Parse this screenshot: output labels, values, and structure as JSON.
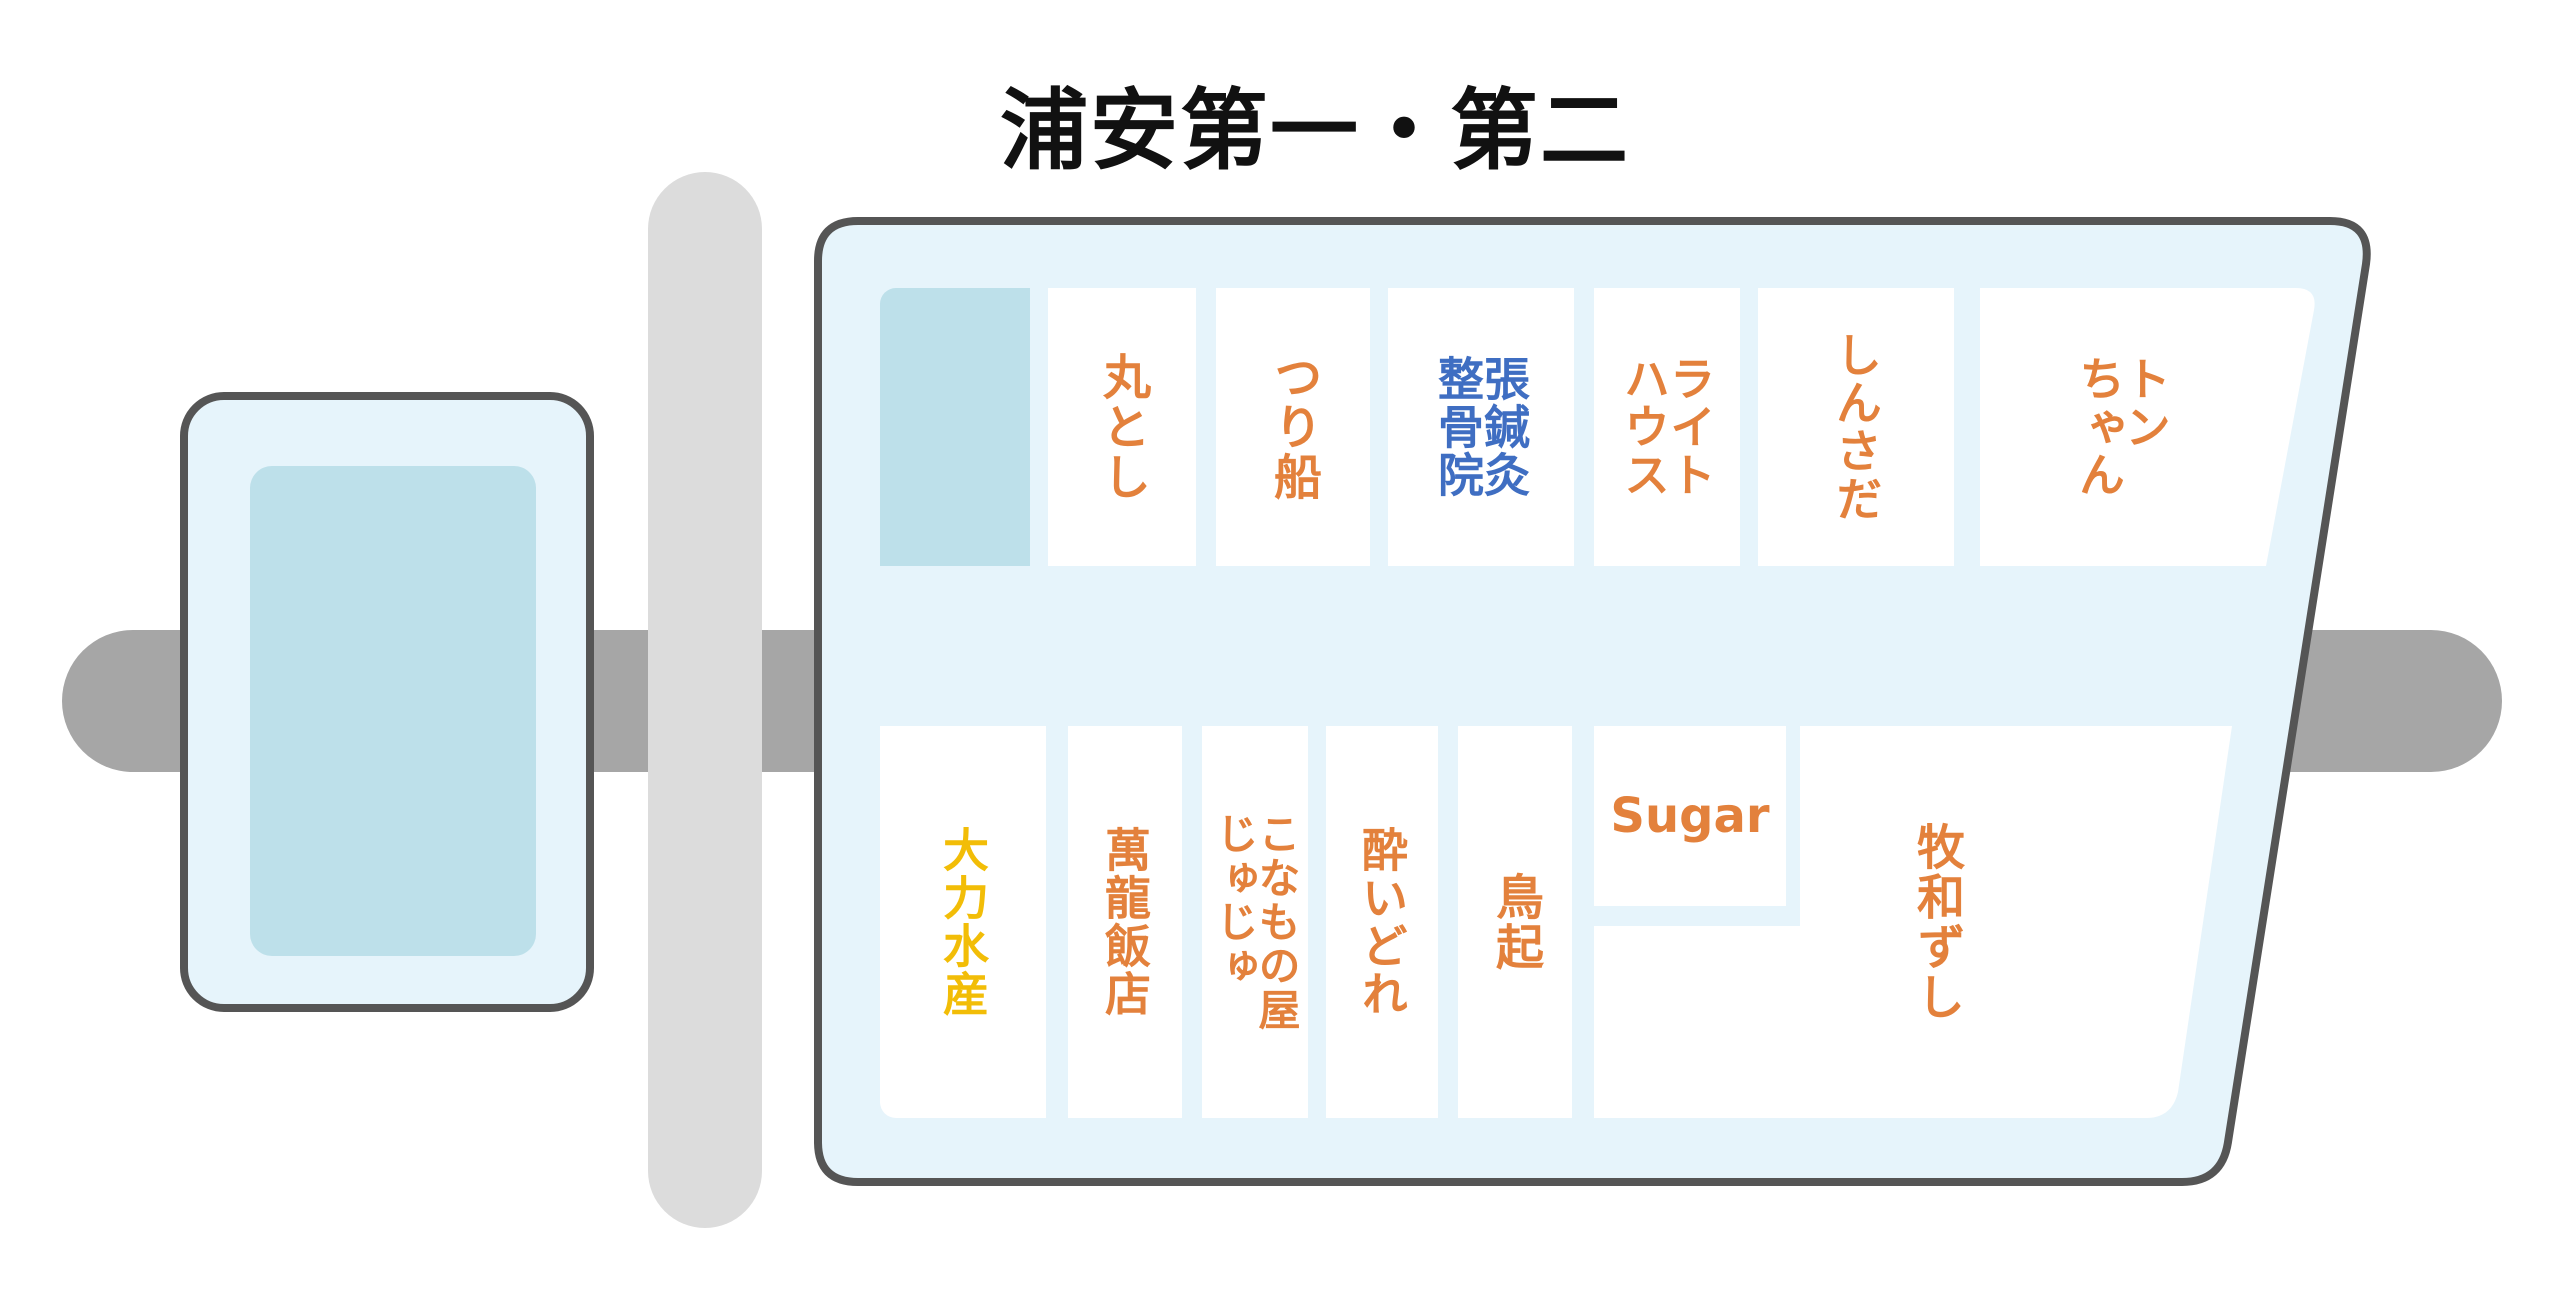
{
  "title": "浦安第一・第二",
  "colors": {
    "shop_text_default": "#e3813c",
    "shop_text_clinic": "#3f6ec2",
    "shop_text_fish": "#f2bd07",
    "building_fill": "#e6f4fb",
    "building_outline": "#555555",
    "empty_slot": "#bde0ea",
    "road_main": "#a6a6a6",
    "road_side": "#dcdcdc"
  },
  "shops": {
    "marutoshi": "丸とし",
    "tsurifune": "つり船",
    "harikyu": "張鍼灸\n整骨院",
    "light_house": "ライト\nハウス",
    "shinsada": "しんさだ",
    "tonchan": "トン\nちゃん",
    "oriki_suisan": "大力水産",
    "manryu_hanten": "萬龍飯店",
    "konamonoya": "こなもの屋\nじゅじゅ",
    "yoidore": "酔いどれ",
    "torioki": "鳥起",
    "sugar": "Sugar",
    "makiwa_zushi": "牧和ずし"
  }
}
